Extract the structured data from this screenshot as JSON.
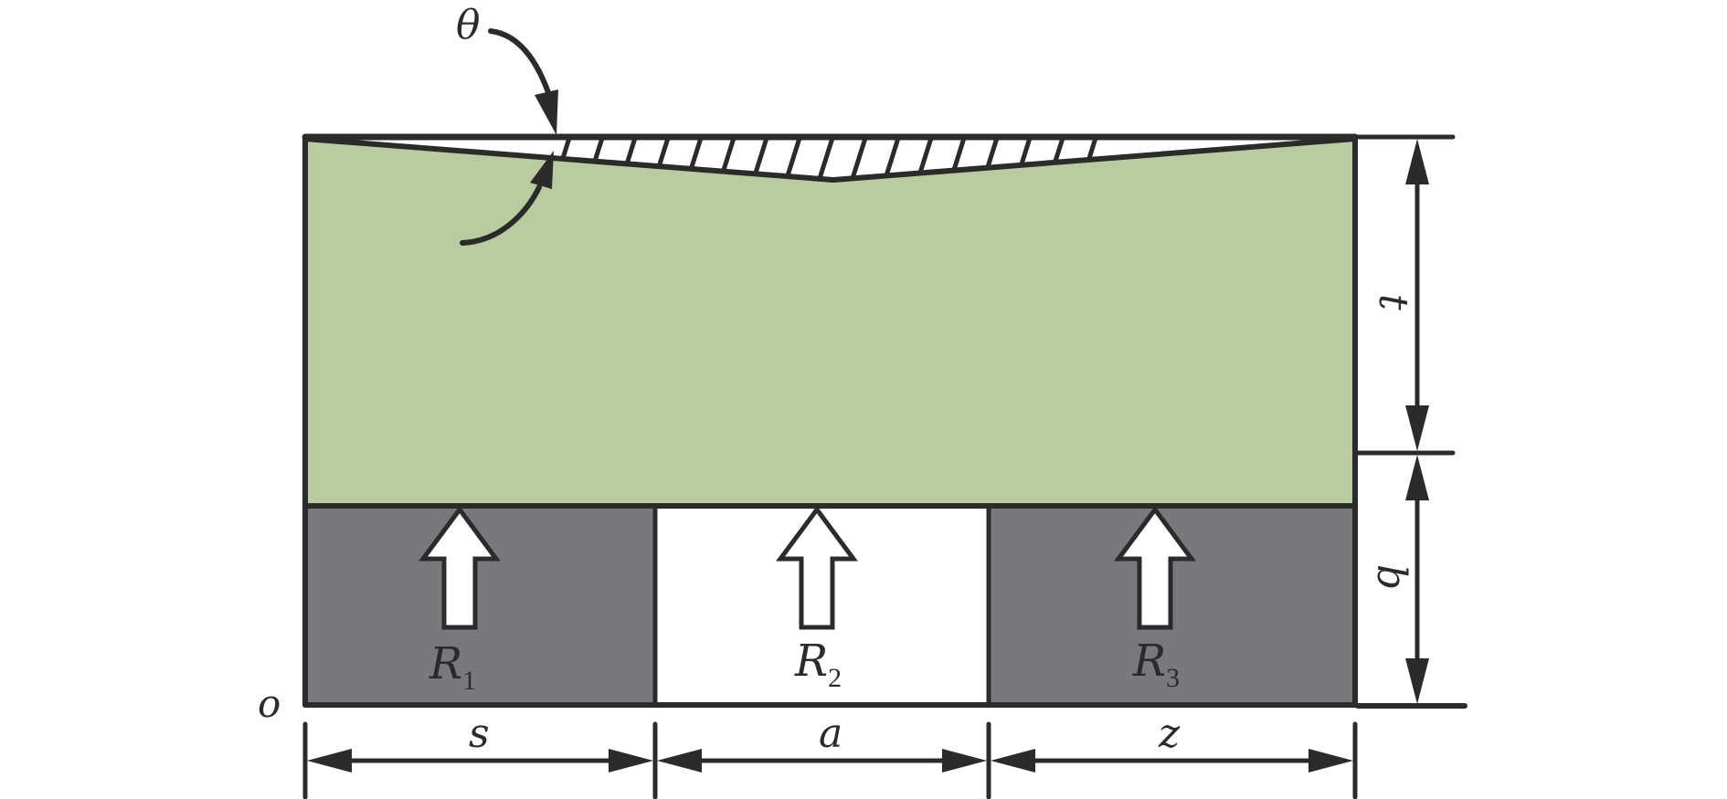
{
  "diagram": {
    "colors": {
      "upper_block": "#b9cc9f",
      "support_block": "#78797d",
      "middle_gap": "#ffffff",
      "line": "#2b2b2b",
      "hatch_fill": "#ffffff"
    },
    "labels": {
      "angle": "θ",
      "origin": "o",
      "thickness_top": "t",
      "thickness_bottom": "b",
      "span_left": "s",
      "span_middle": "a",
      "span_right": "z"
    },
    "reactions": [
      {
        "symbol": "R",
        "subscript": "1",
        "region": "left-support"
      },
      {
        "symbol": "R",
        "subscript": "2",
        "region": "middle-gap"
      },
      {
        "symbol": "R",
        "subscript": "3",
        "region": "right-support"
      }
    ]
  }
}
